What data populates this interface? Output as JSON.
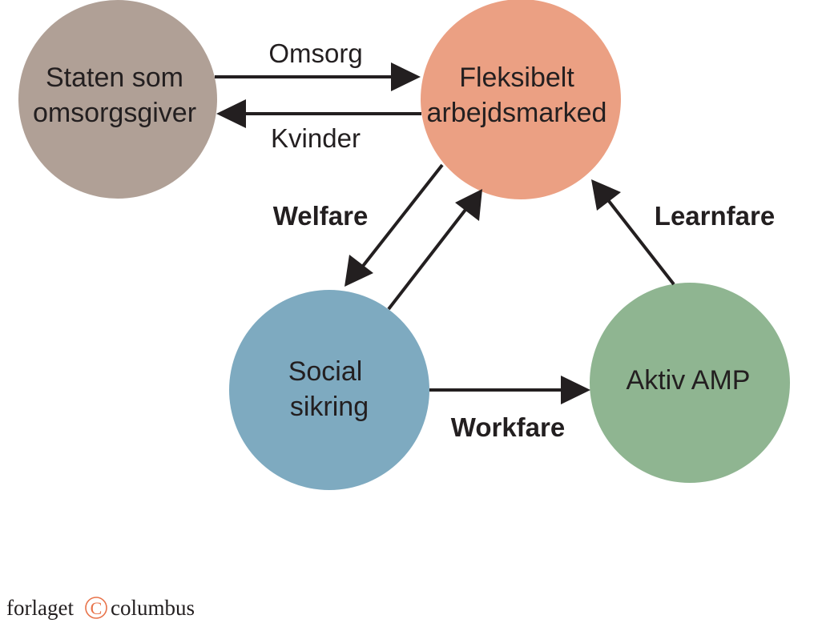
{
  "nodes": {
    "staten": {
      "line1": "Staten som",
      "line2": "omsorgsgiver",
      "color": "#b0a096"
    },
    "fleksibelt": {
      "line1": "Fleksibelt",
      "line2": "arbejdsmarked",
      "color": "#eba083"
    },
    "social": {
      "line1": "Social",
      "line2": "sikring",
      "color": "#7eaac0"
    },
    "aktiv": {
      "line1": "Aktiv AMP",
      "color": "#8fb591"
    }
  },
  "edges": {
    "omsorg": "Omsorg",
    "kvinder": "Kvinder",
    "welfare": "Welfare",
    "learnfare": "Learnfare",
    "workfare": "Workfare"
  },
  "publisher": {
    "left": "forlaget",
    "right": "columbus",
    "logo_letter": "C",
    "color": "#e8734a"
  }
}
